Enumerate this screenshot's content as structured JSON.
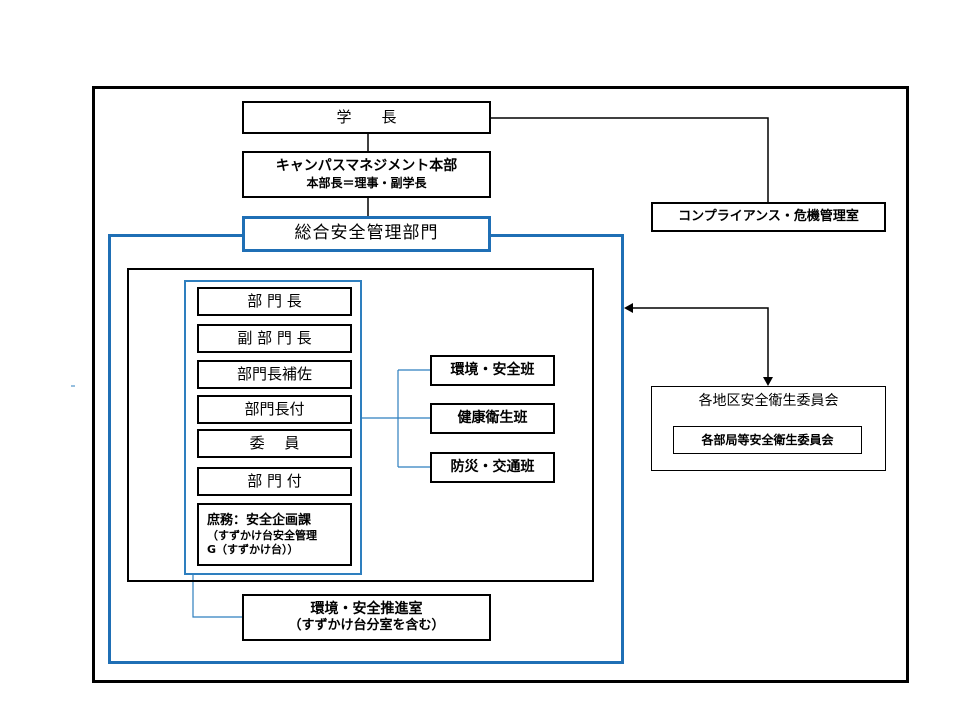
{
  "colors": {
    "border": "#000000",
    "accent_blue": "#1f6fb5",
    "connector_blue": "#2e7fbf"
  },
  "president": "学　　長",
  "campus_mgmt": {
    "title": "キャンパスマネジメント本部",
    "subtitle": "本部長＝理事・副学長"
  },
  "compliance": "コンプライアンス・危機管理室",
  "safety_dept": "総合安全管理部門",
  "roles": [
    "部 門 長",
    "副 部 門 長",
    "部門長補佐",
    "部門長付",
    "委　 員",
    "部 門 付"
  ],
  "secretariat": {
    "line1": "庶務：安全企画課",
    "line2": "（すずかけ台安全管理",
    "line3": "G（すずかけ台））"
  },
  "teams": [
    "環境・安全班",
    "健康衛生班",
    "防災・交通班"
  ],
  "promo_office": {
    "line1": "環境・安全推進室",
    "line2": "（すずかけ台分室を含む）"
  },
  "district_committee": "各地区安全衛生委員会",
  "dept_committee": "各部局等安全衛生委員会"
}
